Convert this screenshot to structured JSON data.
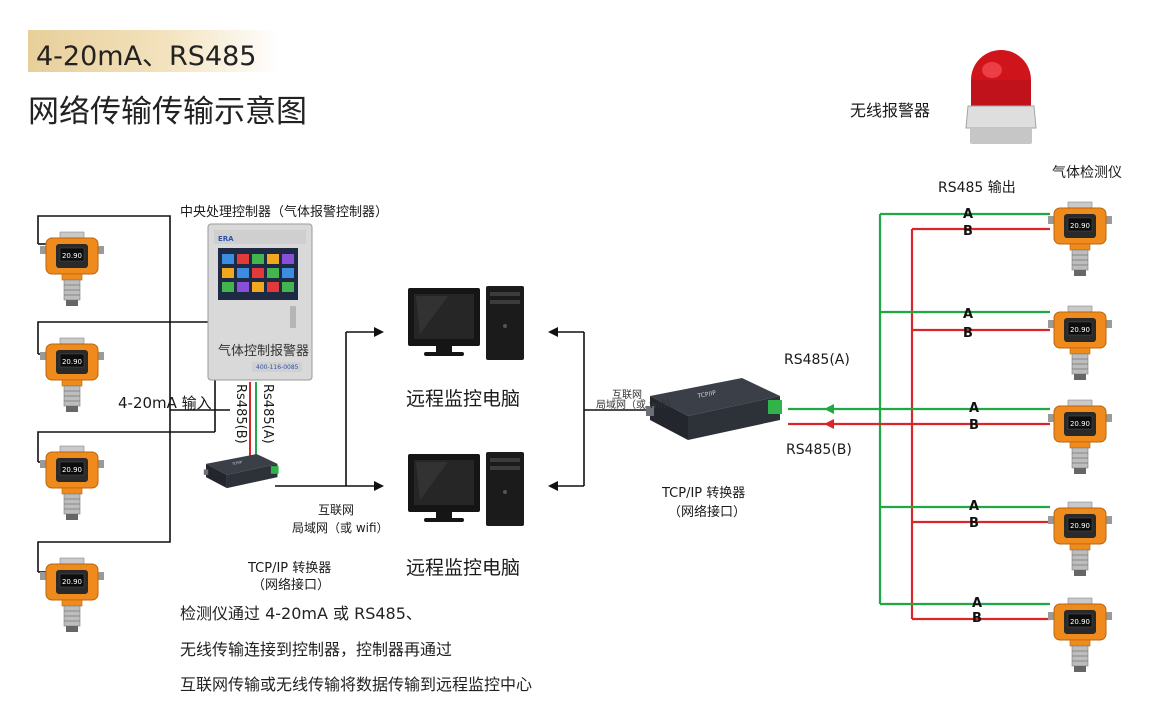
{
  "header": {
    "tag": "4-20mA、RS485",
    "title": "网络传输传输示意图"
  },
  "alarm": {
    "label": "无线报警器"
  },
  "controller": {
    "title": "中央处理控制器（气体报警控制器）",
    "panel_text": "气体控制报警器",
    "brand": "ERA",
    "phone": "400-116-0085"
  },
  "left_input": {
    "label": "4-20mA 输入"
  },
  "left_rs485": {
    "b_label": "Rs485(B)",
    "a_label": "Rs485(A)"
  },
  "left_converter": {
    "line1": "TCP/IP 转换器",
    "line2": "（网络接口）"
  },
  "left_network": {
    "line1": "互联网",
    "line2": "局域网（或 wifi）"
  },
  "computers": [
    {
      "label": "远程监控电脑"
    },
    {
      "label": "远程监控电脑"
    }
  ],
  "right_network": {
    "line1": "互联网",
    "line2": "局域网（或 wifi）"
  },
  "right_converter": {
    "line1": "TCP/IP 转换器",
    "line2": "（网络接口）"
  },
  "right_rs485": {
    "a_label": "RS485(A)",
    "b_label": "RS485(B)"
  },
  "rs485_output": {
    "label": "RS485 输出"
  },
  "detector_header": {
    "label": "气体检测仪"
  },
  "bus_labels": [
    {
      "a": "A",
      "b": "B"
    },
    {
      "a": "A",
      "b": "B"
    },
    {
      "a": "A",
      "b": "B"
    },
    {
      "a": "A",
      "b": "B"
    },
    {
      "a": "A",
      "b": "B"
    }
  ],
  "description": {
    "line1": "检测仪通过 4-20mA 或 RS485、",
    "line2": "无线传输连接到控制器，控制器再通过",
    "line3": "互联网传输或无线传输将数据传输到远程监控中心"
  },
  "colors": {
    "wire_green": "#1fa843",
    "wire_red": "#d9262b",
    "wire_black": "#111111",
    "detector_orange": "#ef8a1c",
    "alarm_red": "#d0141c",
    "title_gold": "#e8cf9a"
  }
}
